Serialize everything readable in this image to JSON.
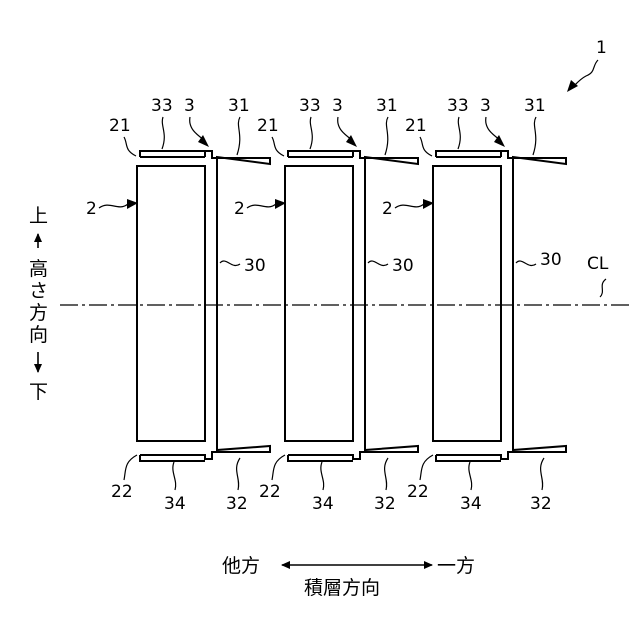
{
  "figure": {
    "figure_number": "1",
    "centerline_label": "CL"
  },
  "units": [
    {
      "cell_ref": "2",
      "separator_ref": "3",
      "cell_top_ref": "21",
      "cell_bottom_ref": "22",
      "wall_ref": "30",
      "top_flange_ref": "31",
      "bottom_flange_ref": "32",
      "top_lip_ref": "33",
      "bottom_lip_ref": "34"
    },
    {
      "cell_ref": "2",
      "separator_ref": "3",
      "cell_top_ref": "21",
      "cell_bottom_ref": "22",
      "wall_ref": "30",
      "top_flange_ref": "31",
      "bottom_flange_ref": "32",
      "top_lip_ref": "33",
      "bottom_lip_ref": "34"
    },
    {
      "cell_ref": "2",
      "separator_ref": "3",
      "cell_top_ref": "21",
      "cell_bottom_ref": "22",
      "wall_ref": "30",
      "top_flange_ref": "31",
      "bottom_flange_ref": "32",
      "top_lip_ref": "33",
      "bottom_lip_ref": "34"
    }
  ],
  "height_direction": {
    "up": "上",
    "down": "下",
    "label_chars": [
      "高",
      "さ",
      "方",
      "向"
    ]
  },
  "stacking_direction": {
    "other_side": "他方",
    "one_side": "一方",
    "label": "積層方向"
  }
}
